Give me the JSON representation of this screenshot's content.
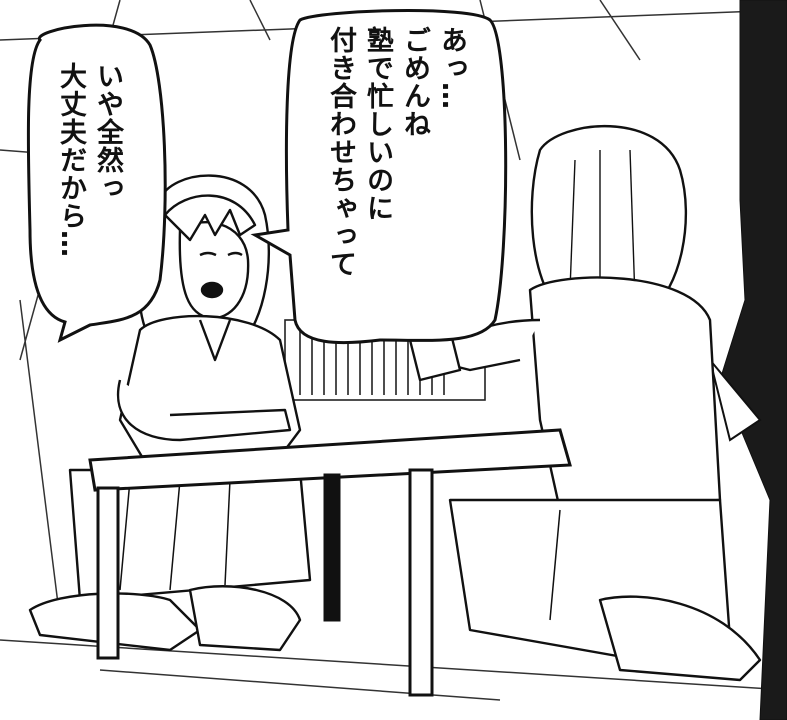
{
  "speech_bubbles": {
    "left": {
      "lines": [
        "いや全然っ",
        "大丈夫だから…"
      ]
    },
    "right": {
      "lines": [
        "あっ…",
        "ごめんね",
        "塾で忙しいのに",
        "付き合わせちゃって"
      ]
    }
  },
  "colors": {
    "ink": "#111111",
    "paper": "#ffffff",
    "shade": "#e6e6e6"
  }
}
